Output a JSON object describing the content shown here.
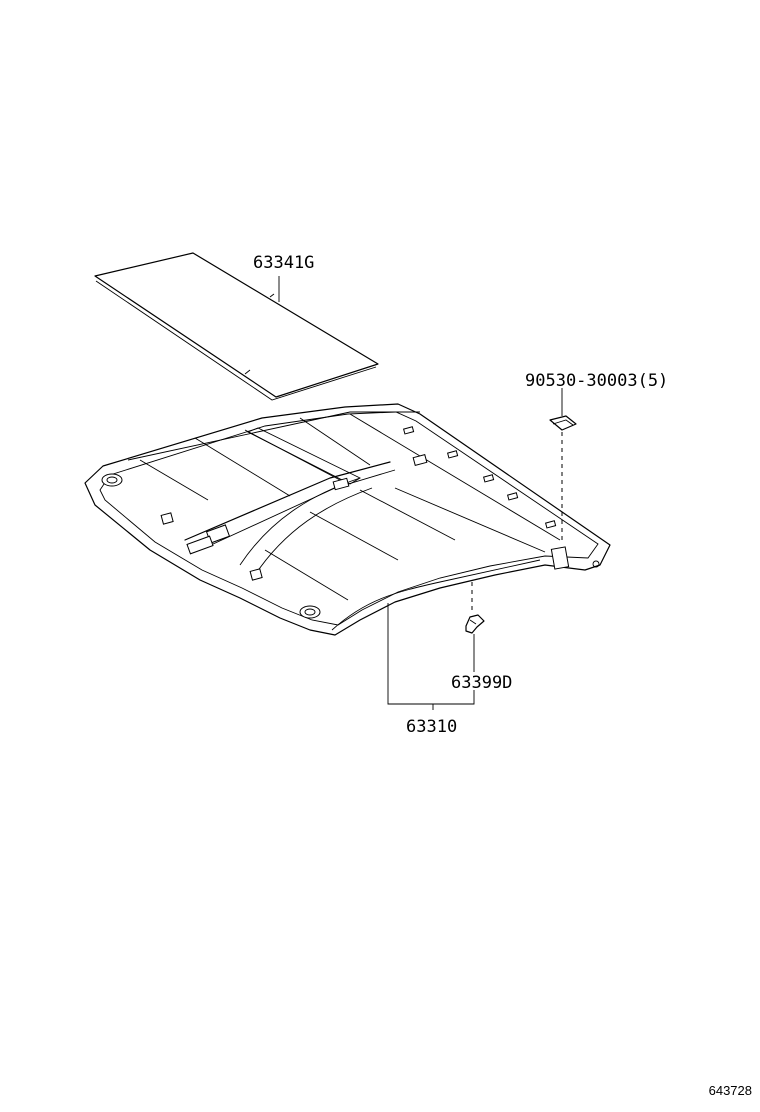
{
  "parts": {
    "sunshade_panel": "63341G",
    "clip_upper": "90530-30003(5)",
    "clip_lower": "63399D",
    "headliner_assy": "63310"
  },
  "figure_number": "643728"
}
